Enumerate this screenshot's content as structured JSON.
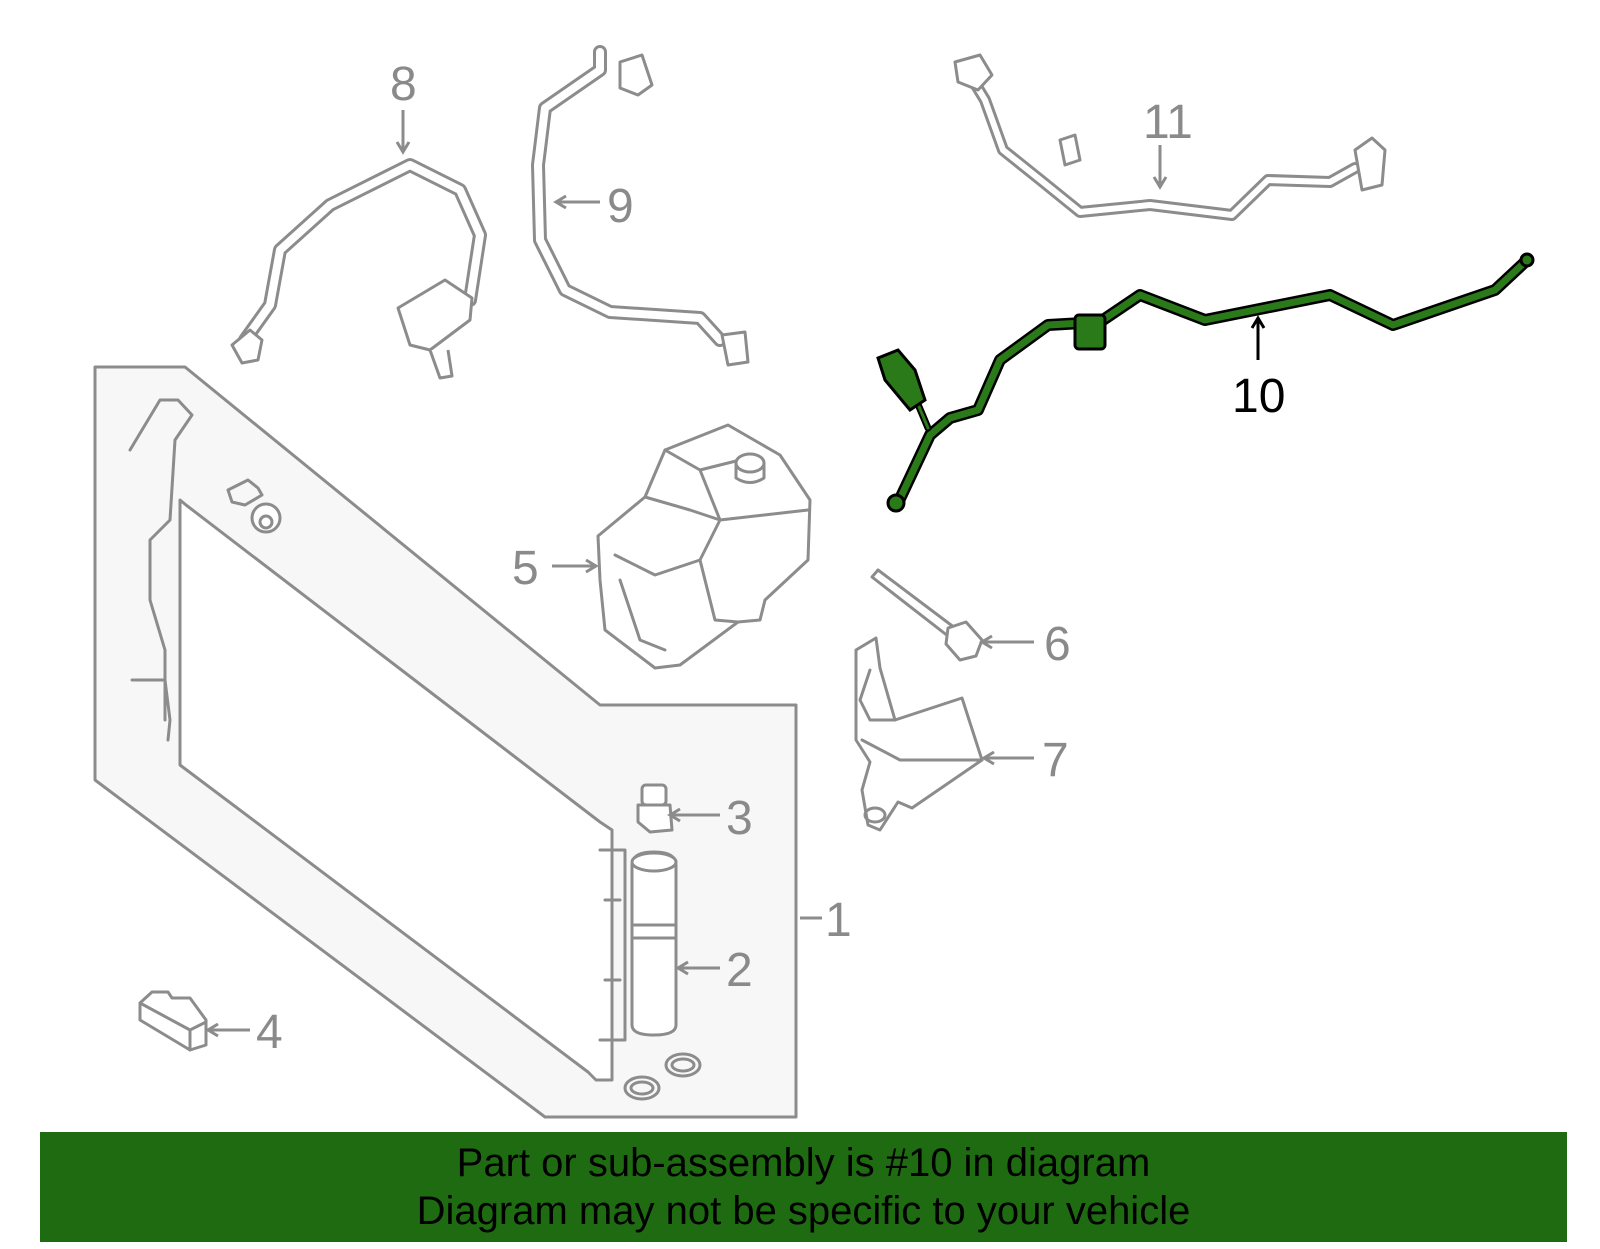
{
  "callouts": {
    "c1": "1",
    "c2": "2",
    "c3": "3",
    "c4": "4",
    "c5": "5",
    "c6": "6",
    "c7": "7",
    "c8": "8",
    "c9": "9",
    "c10": "10",
    "c11": "11"
  },
  "highlight": {
    "part": "10",
    "color": "#2a7a1a"
  },
  "banner": {
    "line1": "Part or sub-assembly is #10 in diagram",
    "line2": "Diagram may not be specific to your vehicle",
    "color": "#1f6b12"
  }
}
